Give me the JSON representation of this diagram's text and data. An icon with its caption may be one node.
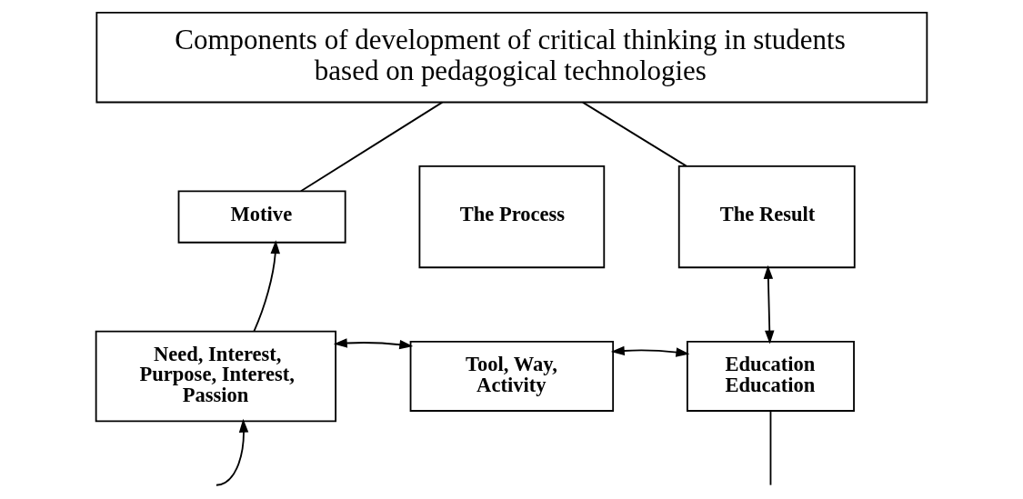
{
  "diagram": {
    "nodes": [
      {
        "text": [
          "Components of development of critical thinking in students based on pedagogical technologies"
        ]
      },
      {
        "text": [
          "Motive"
        ]
      },
      {
        "text": [
          "The Process"
        ]
      },
      {
        "text": [
          "The Result"
        ]
      },
      {
        "text": [
          "Need, Interest, Purpose, Interest, Passion"
        ]
      },
      {
        "text": [
          "Tool, Way, Activity"
        ]
      },
      {
        "text": [
          "Education Education"
        ]
      }
    ],
    "edges": [
      {
        "from": 0,
        "to": 1,
        "arrow": "none"
      },
      {
        "from": 0,
        "to": 3,
        "arrow": "none"
      },
      {
        "from": 4,
        "to": 1,
        "arrow": "to"
      },
      {
        "from": 4,
        "to": 5,
        "arrow": "both"
      },
      {
        "from": 5,
        "to": 6,
        "arrow": "both"
      },
      {
        "from": 3,
        "to": 6,
        "arrow": "both"
      },
      {
        "from": null,
        "to": 4,
        "arrow": "to"
      },
      {
        "from": 6,
        "to": null,
        "arrow": "none"
      }
    ]
  }
}
